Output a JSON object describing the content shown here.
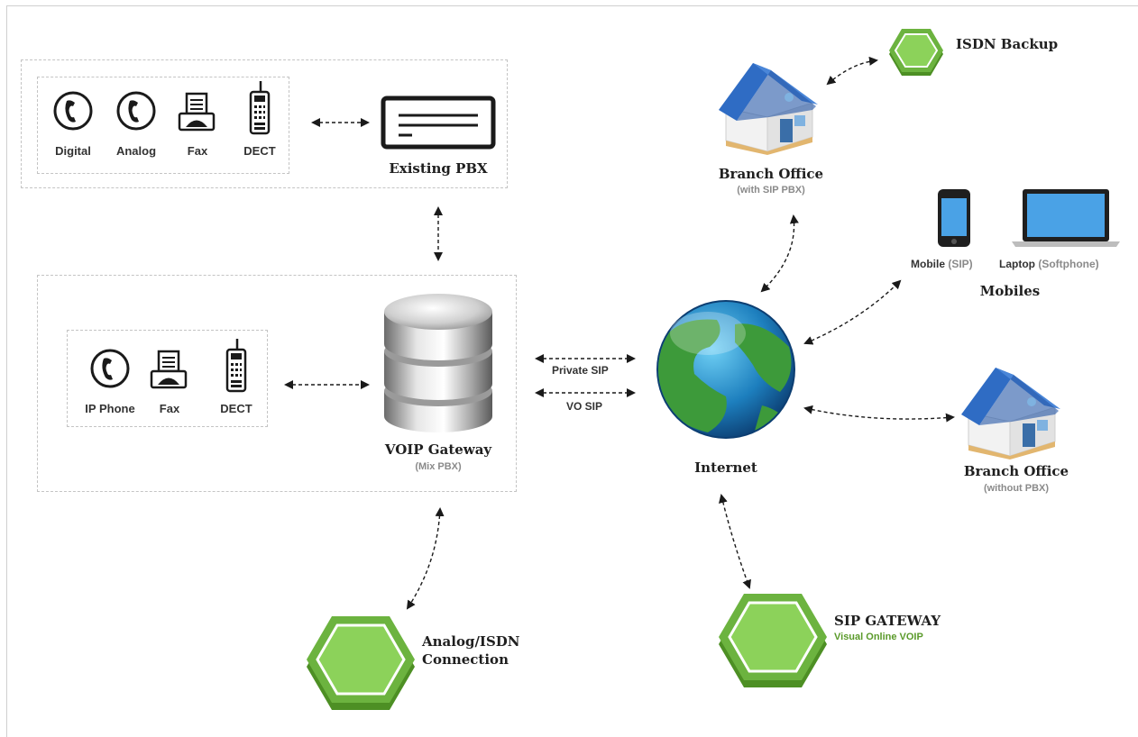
{
  "top_group": {
    "devices": [
      "Digital",
      "Analog",
      "Fax",
      "DECT"
    ],
    "pbx_label": "Existing PBX"
  },
  "gateway_group": {
    "devices": [
      "IP Phone",
      "Fax",
      "DECT"
    ],
    "gateway_label": "VOIP Gateway",
    "gateway_sub": "(Mix PBX)"
  },
  "links": {
    "private_sip": "Private SIP",
    "vo_sip": "VO SIP"
  },
  "internet_label": "Internet",
  "branch_sip": {
    "label": "Branch Office",
    "sub": "(with SIP PBX)"
  },
  "isdn_backup": {
    "label": "ISDN Backup"
  },
  "mobiles": {
    "mobile": "Mobile",
    "mobile_proto": "(SIP)",
    "laptop": "Laptop",
    "laptop_proto": "(Softphone)",
    "title": "Mobiles"
  },
  "branch_nopbx": {
    "label": "Branch Office",
    "sub": "(without PBX)"
  },
  "analog_isdn": {
    "line1": "Analog/ISDN",
    "line2": "Connection"
  },
  "sip_gateway": {
    "label": "SIP GATEWAY",
    "sub": "Visual Online VOIP"
  },
  "colors": {
    "hex_green": "#6cb33f",
    "roof_blue": "#2f6cc4",
    "globe_blue": "#1d7fbe",
    "globe_green": "#3d9a3a"
  }
}
